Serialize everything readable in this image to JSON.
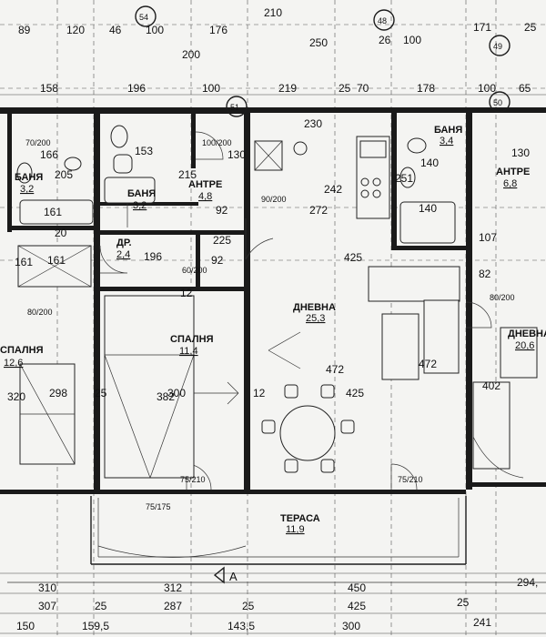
{
  "rooms": [
    {
      "id": "banya-1",
      "name": "БАНЯ",
      "area": "3,2"
    },
    {
      "id": "banya-2",
      "name": "БАНЯ",
      "area": "3,2"
    },
    {
      "id": "banya-3",
      "name": "БАНЯ",
      "area": "3,4"
    },
    {
      "id": "antre-1",
      "name": "АНТРЕ",
      "area": "4,8"
    },
    {
      "id": "antre-2",
      "name": "АНТРЕ",
      "area": "6,8"
    },
    {
      "id": "dr",
      "name": "ДР.",
      "area": "2,4"
    },
    {
      "id": "spalnya-1",
      "name": "СПАЛНЯ",
      "area": "11,4"
    },
    {
      "id": "spalnya-2",
      "name": "СПАЛНЯ",
      "area": "12,6"
    },
    {
      "id": "dnevna-1",
      "name": "ДНЕВНА",
      "area": "25,3"
    },
    {
      "id": "dnevna-2",
      "name": "ДНЕВНА",
      "area": "20,6"
    },
    {
      "id": "terasa",
      "name": "ТЕРАСА",
      "area": "11,9"
    }
  ],
  "unit_numbers": [
    "54",
    "48",
    "49",
    "51",
    "50"
  ],
  "section_label": "A",
  "top_row_dims": [
    "89",
    "120",
    "46",
    "100",
    "176",
    "250",
    "100",
    "171",
    "25"
  ],
  "mid_row_dims": [
    "158",
    "196",
    "100",
    "219",
    "25",
    "70",
    "178",
    "100",
    "65"
  ],
  "bottom_rows": {
    "row1": [
      "310",
      "312",
      "450",
      "294,"
    ],
    "row2": [
      "307",
      "25",
      "287",
      "25",
      "425",
      "25"
    ],
    "row3": [
      "150",
      "159,5",
      "143,5",
      "300",
      "241"
    ]
  },
  "interior_dims": [
    "166",
    "153",
    "130",
    "272",
    "425",
    "196",
    "161",
    "161",
    "92",
    "225",
    "92",
    "382",
    "300",
    "320",
    "298",
    "472",
    "425",
    "472",
    "402",
    "242",
    "140",
    "140",
    "130",
    "107",
    "82",
    "12",
    "25",
    "20",
    "26",
    "200",
    "210",
    "215",
    "230",
    "251",
    "205",
    "161",
    "12"
  ],
  "door_labels": [
    "70/200",
    "80/200",
    "90/200",
    "100/200",
    "75/210",
    "75/175",
    "60/200",
    "80/200",
    "75/210"
  ]
}
